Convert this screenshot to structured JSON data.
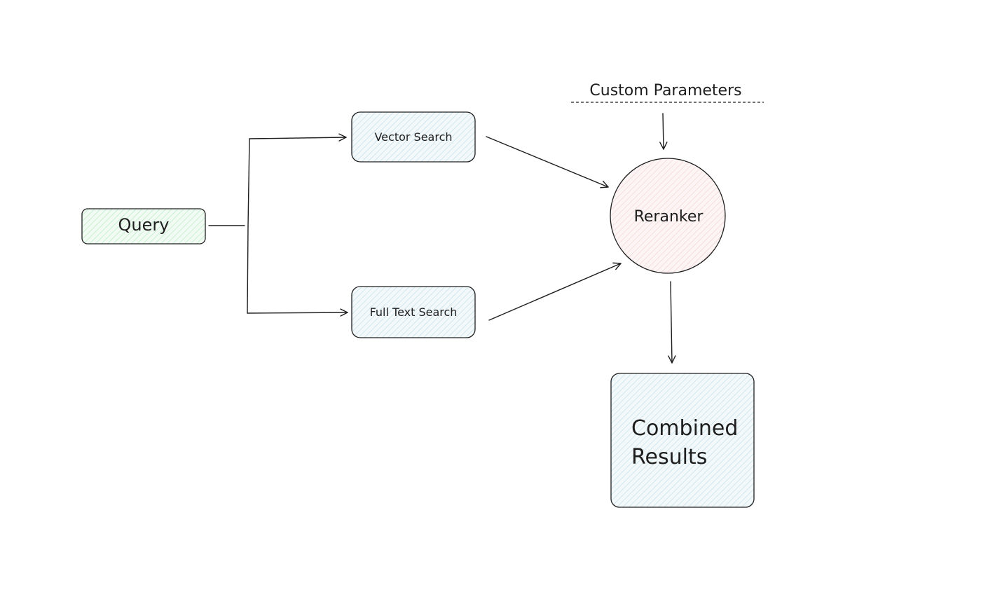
{
  "diagram": {
    "nodes": {
      "query": {
        "label": "Query",
        "fill": "#ebfbee",
        "hatch": "#8ce99a"
      },
      "vector_search": {
        "label": "Vector Search",
        "fill": "#edf6f9",
        "hatch": "#a5d8ff"
      },
      "full_text_search": {
        "label": "Full Text Search",
        "fill": "#edf6f9",
        "hatch": "#a5d8ff"
      },
      "reranker": {
        "label": "Reranker",
        "fill": "#fdf1f1",
        "hatch": "#ffc9c9"
      },
      "combined_results": {
        "label_line1": "Combined",
        "label_line2": "Results",
        "fill": "#edf6f9",
        "hatch": "#a5d8ff"
      }
    },
    "annotation": {
      "label": "Custom Parameters"
    },
    "edges": [
      {
        "from": "query",
        "to": "vector_search"
      },
      {
        "from": "query",
        "to": "full_text_search"
      },
      {
        "from": "vector_search",
        "to": "reranker"
      },
      {
        "from": "full_text_search",
        "to": "reranker"
      },
      {
        "from": "custom_parameters",
        "to": "reranker"
      },
      {
        "from": "reranker",
        "to": "combined_results"
      }
    ],
    "stroke_color": "#1e1e1e"
  }
}
